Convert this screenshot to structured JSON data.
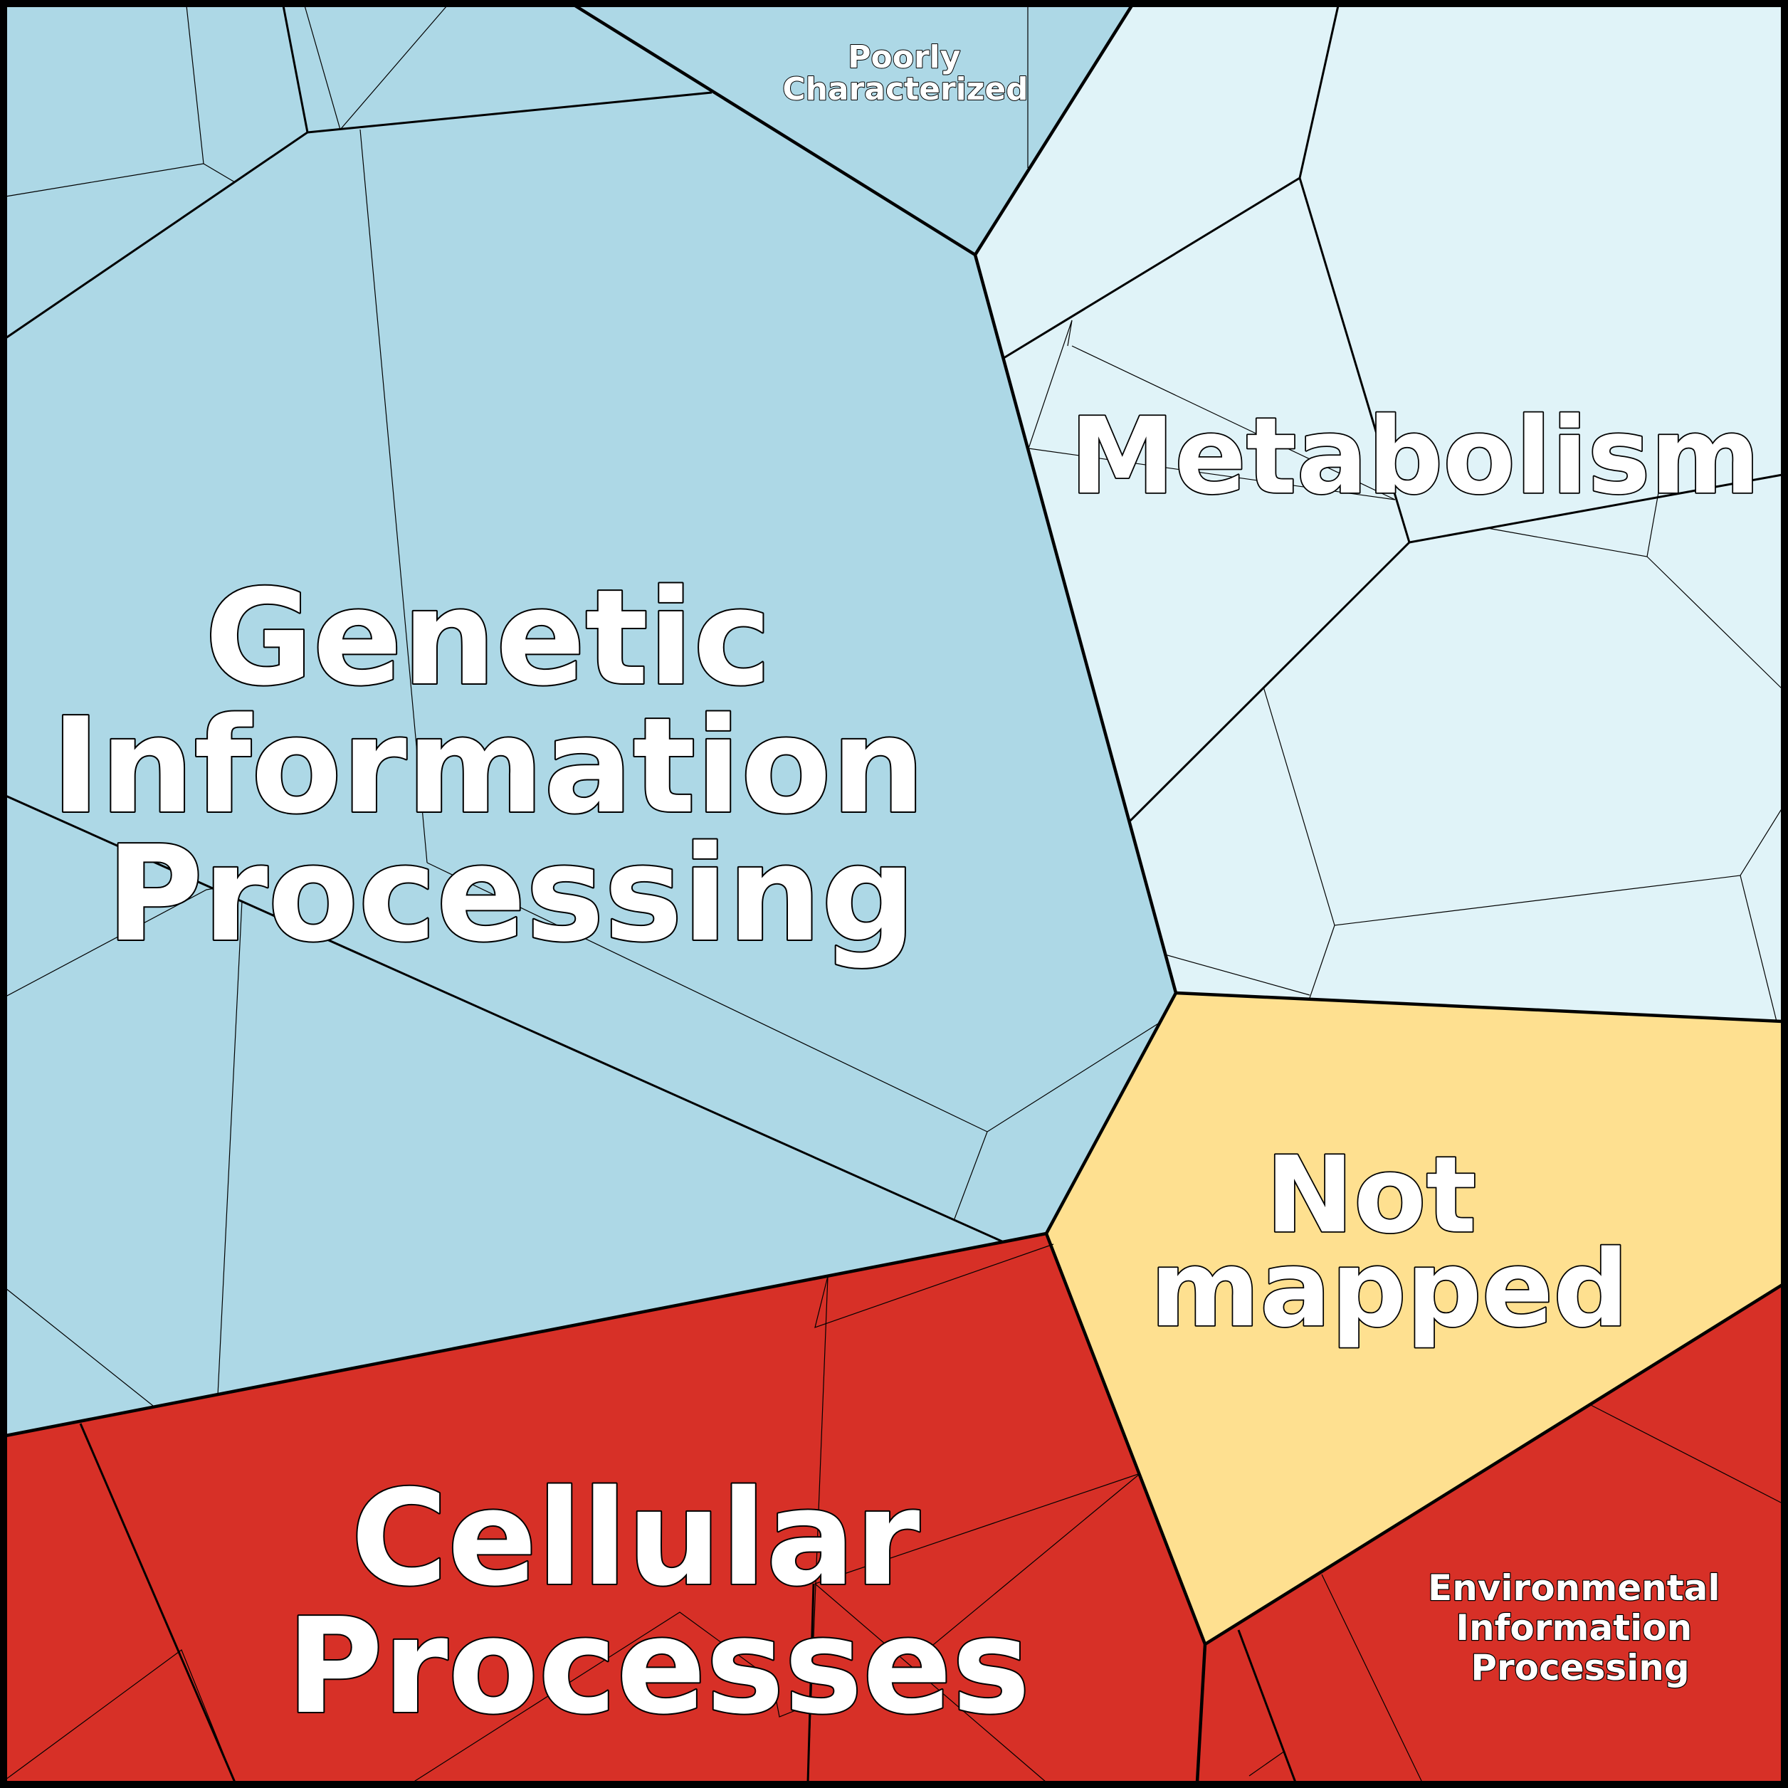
{
  "colors": {
    "genetic": "#add8e6",
    "metabolism": "#e0f3f8",
    "cellular": "#d73027",
    "not_mapped": "#fee090",
    "outline": "#000000",
    "label": "#ffffff"
  },
  "categories": [
    {
      "key": "genetic",
      "label_lines": [
        "Genetic",
        "Information",
        "Processing"
      ]
    },
    {
      "key": "metabolism",
      "label_lines": [
        "Metabolism"
      ]
    },
    {
      "key": "poorly",
      "label_lines": [
        "Poorly",
        "Characterized"
      ]
    },
    {
      "key": "not_mapped",
      "label_lines": [
        "Not",
        "mapped"
      ]
    },
    {
      "key": "cellular",
      "label_lines": [
        "Cellular",
        "Processes"
      ]
    },
    {
      "key": "environmental",
      "label_lines": [
        "Environmental",
        "Information",
        "Processing"
      ]
    }
  ]
}
